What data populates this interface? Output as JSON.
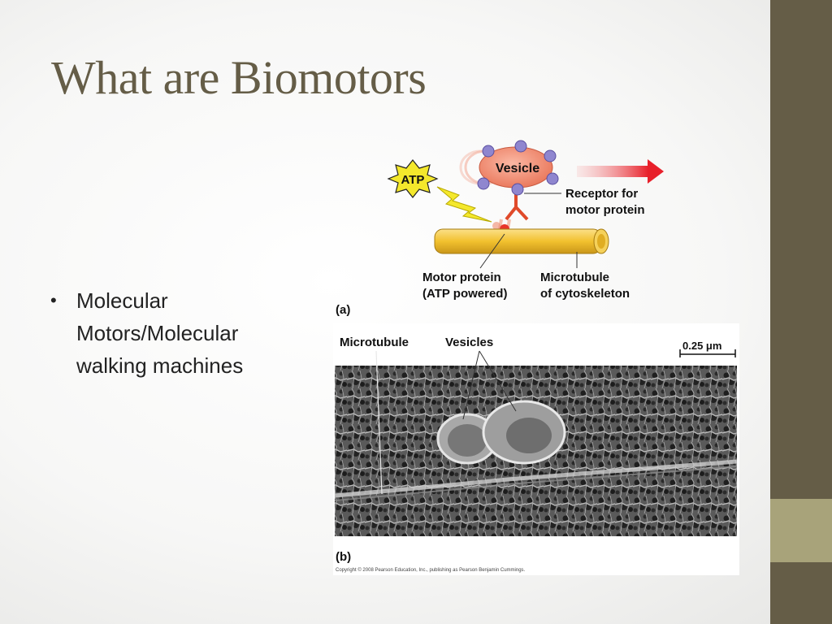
{
  "slide": {
    "title": "What are Biomotors",
    "bullets": [
      {
        "text": "Molecular Motors/Molecular walking machines"
      }
    ]
  },
  "figure": {
    "labels": {
      "atp": "ATP",
      "vesicle": "Vesicle",
      "receptor_line1": "Receptor for",
      "receptor_line2": "motor protein",
      "motor_line1": "Motor protein",
      "motor_line2": "(ATP powered)",
      "microtubule_line1": "Microtubule",
      "microtubule_line2": "of cytoskeleton",
      "panel_a": "(a)",
      "micro_label": "Microtubule",
      "vesicles_label": "Vesicles",
      "scale": "0.25 μm",
      "panel_b": "(b)",
      "copyright": "Copyright © 2008 Pearson Education, Inc., publishing as Pearson Benjamin Cummings."
    }
  },
  "colors": {
    "title": "#655d47",
    "sidebar": "#655d47",
    "sidebar_accent": "#a8a37a",
    "vesicle": "#f08a70",
    "microtubule": "#f2c12e",
    "arrow": "#e8202a"
  }
}
